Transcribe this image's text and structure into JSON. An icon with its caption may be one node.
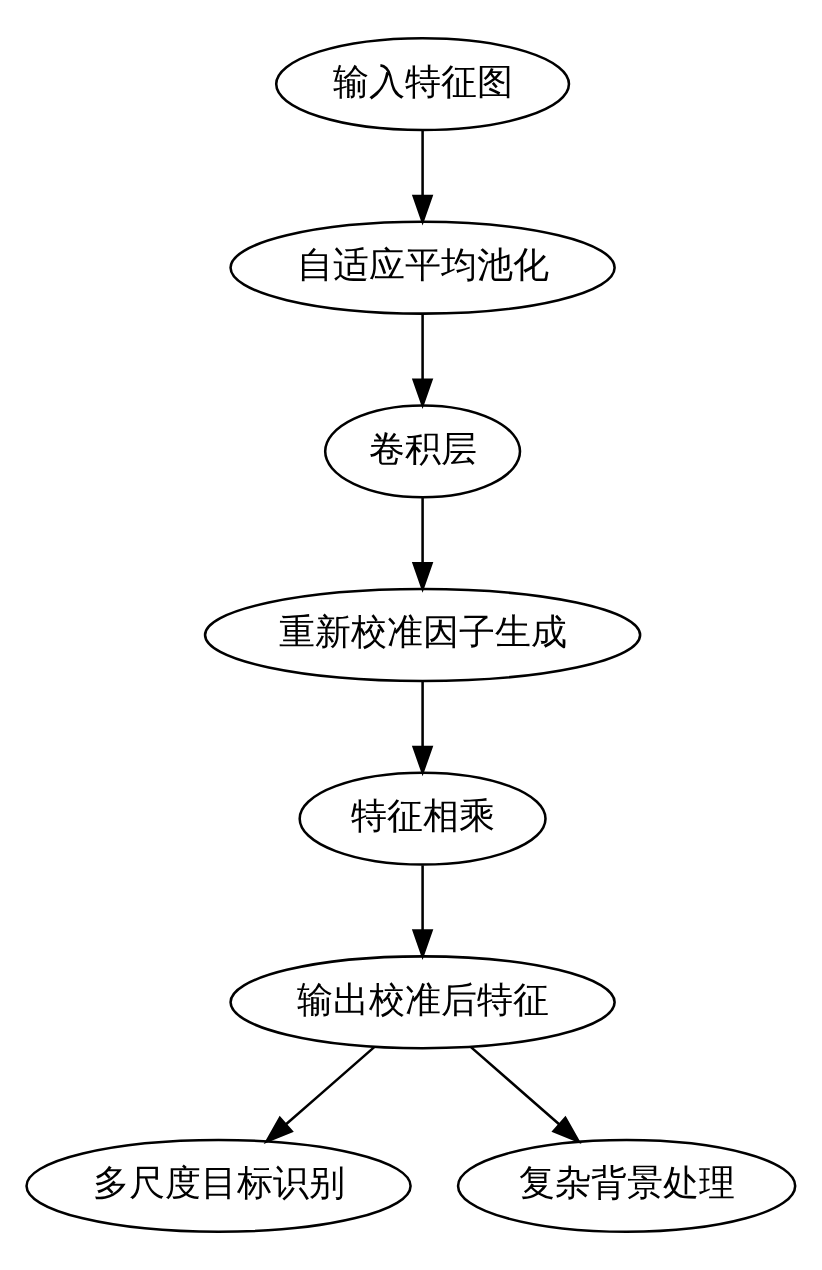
{
  "diagram": {
    "nodes": [
      {
        "text": [
          "输入特征图"
        ]
      },
      {
        "text": [
          "自适应平均池化"
        ]
      },
      {
        "text": [
          "卷积层"
        ]
      },
      {
        "text": [
          "重新校准因子生成"
        ]
      },
      {
        "text": [
          "特征相乘"
        ]
      },
      {
        "text": [
          "输出校准后特征"
        ]
      },
      {
        "text": [
          "多尺度目标识别"
        ]
      },
      {
        "text": [
          "复杂背景处理"
        ]
      }
    ],
    "edges": [
      {
        "from": 0,
        "to": 1,
        "arrow": "to"
      },
      {
        "from": 1,
        "to": 2,
        "arrow": "to"
      },
      {
        "from": 2,
        "to": 3,
        "arrow": "to"
      },
      {
        "from": 3,
        "to": 4,
        "arrow": "to"
      },
      {
        "from": 4,
        "to": 5,
        "arrow": "to"
      },
      {
        "from": 5,
        "to": 6,
        "arrow": "to"
      },
      {
        "from": 5,
        "to": 7,
        "arrow": "to"
      }
    ]
  }
}
